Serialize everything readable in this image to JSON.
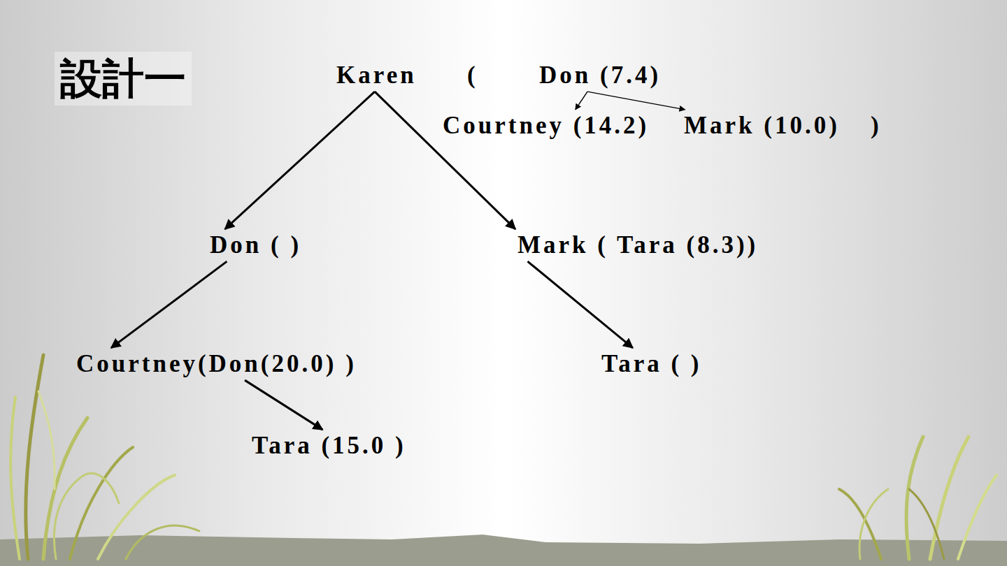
{
  "diagram": {
    "title": "設計一",
    "nodes": [
      {
        "text": [
          "Karen"
        ]
      },
      {
        "text": [
          "Don (7.4)"
        ]
      },
      {
        "text": [
          "Courtney (14.2)"
        ]
      },
      {
        "text": [
          "Mark (10.0)"
        ]
      },
      {
        "text": [
          "Don ( )"
        ]
      },
      {
        "text": [
          "Mark ( Tara (8.3))"
        ]
      },
      {
        "text": [
          "Courtney(Don(20.0) )"
        ]
      },
      {
        "text": [
          "Tara ( )"
        ]
      },
      {
        "text": [
          "Tara (15.0 )"
        ]
      }
    ],
    "edges": [
      {
        "from": 1,
        "to": 2,
        "arrow": "to"
      },
      {
        "from": 1,
        "to": 3,
        "arrow": "to"
      },
      {
        "from": 0,
        "to": 4,
        "arrow": "to"
      },
      {
        "from": 0,
        "to": 5,
        "arrow": "to"
      },
      {
        "from": 4,
        "to": 6,
        "arrow": "to"
      },
      {
        "from": 5,
        "to": 7,
        "arrow": "to"
      },
      {
        "from": 6,
        "to": 8,
        "arrow": "to"
      }
    ],
    "labels": [
      "(",
      ")"
    ]
  }
}
